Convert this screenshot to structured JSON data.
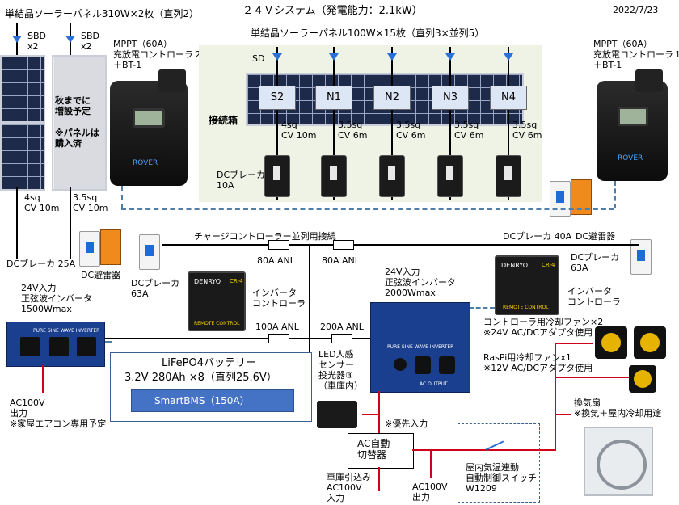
{
  "header": {
    "title": "２４Ｖシステム（発電能力：2.1kW）",
    "date": "2022/7/23"
  },
  "left_array": {
    "title": "単結晶ソーラーパネル310W×2枚（直列2）",
    "sbd1": "SBD\nx2",
    "sbd2": "SBD\nx2",
    "note1": "秋までに\n増設予定",
    "note2": "※パネルは\n購入済",
    "cable1": "4sq\nCV 10m",
    "cable2": "3.5sq\nCV 10m"
  },
  "main_array": {
    "title": "単結晶ソーラーパネル100W×15枚（直列3×並列5）",
    "sd": "SD",
    "box_label": "接続箱",
    "strings": [
      "S2",
      "N1",
      "N2",
      "N3",
      "N4"
    ],
    "cables": [
      "4sq\nCV 10m",
      "3.5sq\nCV 6m",
      "3.5sq\nCV 6m",
      "3.5sq\nCV 6m",
      "3.5sq\nCV 6m"
    ],
    "dc_breaker": "DCブレーカ\n10A"
  },
  "mppt2": {
    "label": "MPPT（60A）\n充放電コントローラ２\n＋BT-1",
    "brand": "ROVER"
  },
  "mppt1": {
    "label": "MPPT（60A）\n充放電コントローラ１\n＋BT-1",
    "brand": "ROVER"
  },
  "protection": {
    "left_breaker": "DCブレーカ 25A",
    "left_spd": "DC避雷器",
    "right_breaker": "DCブレーカ 40A",
    "right_spd": "DC避雷器",
    "breaker63_left": "DCブレーカ\n63A",
    "breaker63_right": "DCブレーカ\n63A"
  },
  "bus": {
    "parallel_label": "チャージコントローラー並列用接続",
    "fuse1": "80A ANL",
    "fuse2": "80A ANL",
    "fuse3": "100A ANL",
    "fuse4": "200A ANL"
  },
  "inverter_left": {
    "label": "24V入力\n正弦波インバータ\n1500Wmax",
    "brand": "PURE SINE WAVE INVERTER",
    "output": "AC100V\n出力\n※家屋エアコン専用予定"
  },
  "remote_left": {
    "label": "インバータ\nコントローラ",
    "brand": "DENRYO",
    "model": "CR-4",
    "footer": "REMOTE CONTROL"
  },
  "remote_right": {
    "label": "インバータ\nコントローラ",
    "brand": "DENRYO",
    "model": "CR-4",
    "footer": "REMOTE CONTROL"
  },
  "inverter_main": {
    "label": "24V入力\n正弦波インバータ\n2000Wmax",
    "brand": "PURE SINE WAVE INVERTER",
    "output_label": "AC OUTPUT"
  },
  "battery": {
    "title": "LiFePO4バッテリー",
    "spec": "3.2V  280Ah  ×8（直列25.6V）",
    "bms": "SmartBMS（150A）"
  },
  "sensor": {
    "label": "LED人感\nセンサー\n投光器③\n（車庫内）"
  },
  "ats": {
    "label": "AC自動\n切替器",
    "priority": "※優先入力",
    "input": "車庫引込み\nAC100V\n入力",
    "output": "AC100V\n出力"
  },
  "switch": {
    "label": "屋内気温連動\n自動制御スイッチ\nW1209"
  },
  "fans": {
    "controller_fans": "コントローラ用冷却ファン×2\n※24V AC/DCアダプタ使用",
    "raspi_fan": "RasPi用冷却ファンx1\n※12V AC/DCアダプタ使用",
    "vent": "換気扇\n※換気＋屋内冷却用途"
  },
  "colors": {
    "dc_wire": "#000000",
    "ac_wire": "#d0021b",
    "signal": "#4f7fa8",
    "box_bg": "#eef3e6"
  }
}
